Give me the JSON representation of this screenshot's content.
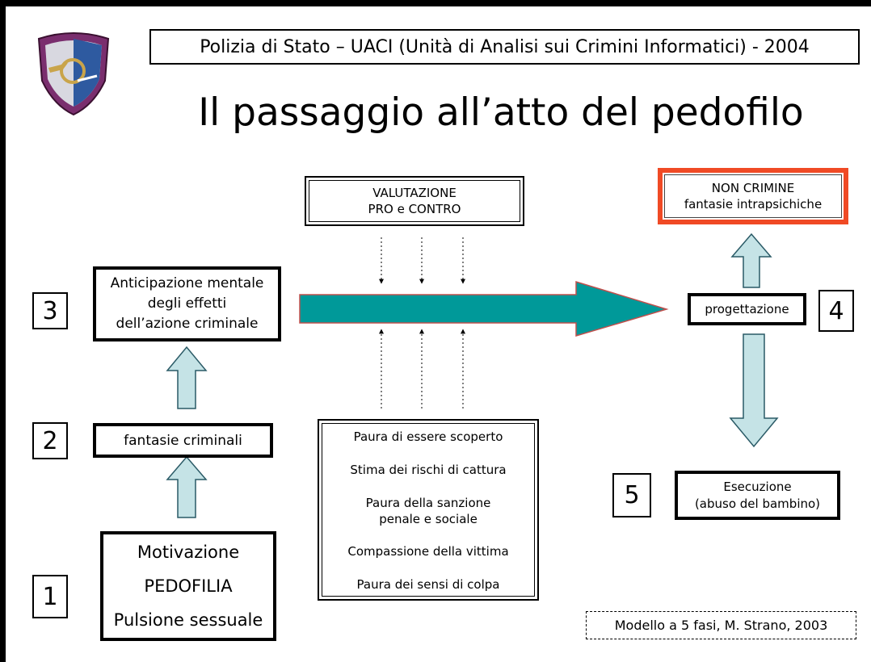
{
  "header": {
    "text": "Polizia di Stato – UACI (Unità di Analisi sui Crimini Informatici) - 2004",
    "logo_icon": "polizia-postale-shield-icon"
  },
  "title": "Il passaggio all’atto del pedofilo",
  "stages": [
    {
      "number": "1",
      "lines": [
        "Motivazione",
        "PEDOFILIA",
        "Pulsione sessuale"
      ]
    },
    {
      "number": "2",
      "lines": [
        "fantasie criminali"
      ]
    },
    {
      "number": "3",
      "lines": [
        "Anticipazione mentale",
        "degli effetti",
        "dell’azione criminale"
      ]
    },
    {
      "number": "4",
      "lines": [
        "progettazione"
      ]
    },
    {
      "number": "5",
      "lines": [
        "Esecuzione",
        "(abuso del bambino)"
      ]
    }
  ],
  "evaluation": {
    "lines": [
      "VALUTAZIONE",
      "PRO e CONTRO"
    ]
  },
  "deterrents": [
    "Paura di essere scoperto",
    "Stima dei rischi di cattura",
    "Paura della sanzione penale e sociale",
    "Compassione della vittima",
    "Paura dei sensi di colpa"
  ],
  "non_crime": {
    "lines": [
      "NON CRIMINE",
      "fantasie intrapsichiche"
    ]
  },
  "source_note": "Modello a 5 fasi, M. Strano, 2003",
  "colors": {
    "main_arrow_fill": "#009999",
    "main_arrow_stroke": "#c0504d",
    "block_arrow_fill": "#c5e3e6",
    "non_crime_border": "#f04a25",
    "logo_purple": "#7a2e6e",
    "logo_blue": "#2e5aa0"
  }
}
